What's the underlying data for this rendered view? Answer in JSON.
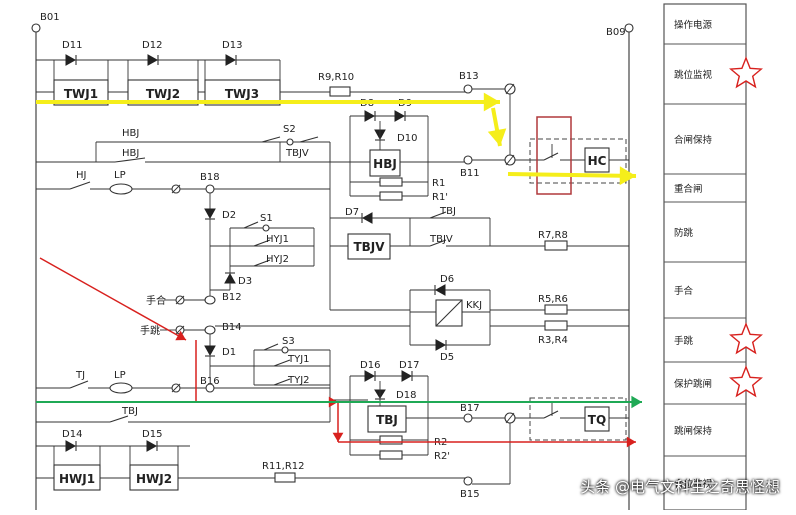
{
  "colors": {
    "yellow_flow": "#f5ee1a",
    "red_flow": "#d8211e",
    "green_flow": "#1fa955",
    "star": "#d8211e",
    "line": "#333333"
  },
  "buses": {
    "left": "B01",
    "right": "B09"
  },
  "nodes": {
    "b11": "B11",
    "b12": "B12",
    "b13": "B13",
    "b14": "B14",
    "b15": "B15",
    "b16": "B16",
    "b17": "B17",
    "b18": "B18"
  },
  "components": {
    "d11": "D11",
    "d12": "D12",
    "d13": "D13",
    "twj1": "TWJ1",
    "twj2": "TWJ2",
    "twj3": "TWJ3",
    "r9r10": "R9,R10",
    "hbj": "HBJ",
    "hbj_contact": "HBJ",
    "d8": "D8",
    "d9": "D9",
    "d10": "D10",
    "r1": "R1",
    "r1p": "R1'",
    "s2": "S2",
    "tbjv_s2": "TBJV",
    "hc": "HC",
    "hj": "HJ",
    "lp1": "LP",
    "d2": "D2",
    "s1": "S1",
    "hyj1": "HYJ1",
    "hyj2": "HYJ2",
    "d3": "D3",
    "d7": "D7",
    "tbj_top": "TBJ",
    "tbjv_box": "TBJV",
    "tbjv_contact": "TBJV",
    "r7r8": "R7,R8",
    "d6": "D6",
    "kkj": "KKJ",
    "d5": "D5",
    "r5r6": "R5,R6",
    "r3r4": "R3,R4",
    "manual_close": "手合",
    "manual_trip": "手跳",
    "d1": "D1",
    "s3": "S3",
    "tyj1": "TYJ1",
    "tyj2": "TYJ2",
    "tj": "TJ",
    "lp2": "LP",
    "d16": "D16",
    "d17": "D17",
    "d18": "D18",
    "tbj_contact": "TBJ",
    "tbj_box": "TBJ",
    "tq": "TQ",
    "r2": "R2",
    "r2p": "R2'",
    "d14": "D14",
    "d15": "D15",
    "hwj1": "HWJ1",
    "hwj2": "HWJ2",
    "r11r12": "R11,R12"
  },
  "panel": [
    {
      "label": "操作电源",
      "star": false
    },
    {
      "label": "跳位监视",
      "star": true
    },
    {
      "label": "合闸保持",
      "star": false
    },
    {
      "label": "重合闸",
      "star": false
    },
    {
      "label": "防跳",
      "star": false
    },
    {
      "label": "手合",
      "star": false
    },
    {
      "label": "手跳",
      "star": true
    },
    {
      "label": "保护跳闸",
      "star": true
    },
    {
      "label": "跳闸保持",
      "star": false
    },
    {
      "label": "合位监视",
      "star": false
    }
  ],
  "watermark": "头条 @电气文科生之奇思怪想"
}
